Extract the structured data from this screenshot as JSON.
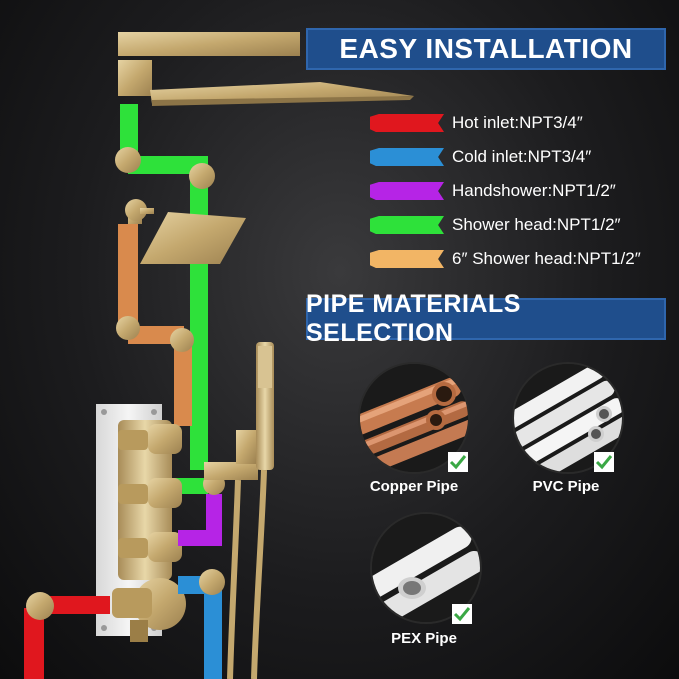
{
  "banners": {
    "installation": "EASY INSTALLATION",
    "materials": "PIPE MATERIALS SELECTION"
  },
  "legend": [
    {
      "label": "Hot inlet:NPT3/4″",
      "color": "#e0171e"
    },
    {
      "label": "Cold inlet:NPT3/4″",
      "color": "#2b8fd6"
    },
    {
      "label": "Handshower:NPT1/2″",
      "color": "#b624e6"
    },
    {
      "label": "Shower head:NPT1/2″",
      "color": "#2ee13a"
    },
    {
      "label": "6″ Shower head:NPT1/2″",
      "color": "#f2b565"
    }
  ],
  "materials": [
    {
      "label": "Copper Pipe"
    },
    {
      "label": "PVC Pipe"
    },
    {
      "label": "PEX Pipe"
    }
  ],
  "colors": {
    "brushed_gold": "#c9b07a",
    "banner_blue": "#1f4e8c",
    "check_green": "#3aa845"
  }
}
